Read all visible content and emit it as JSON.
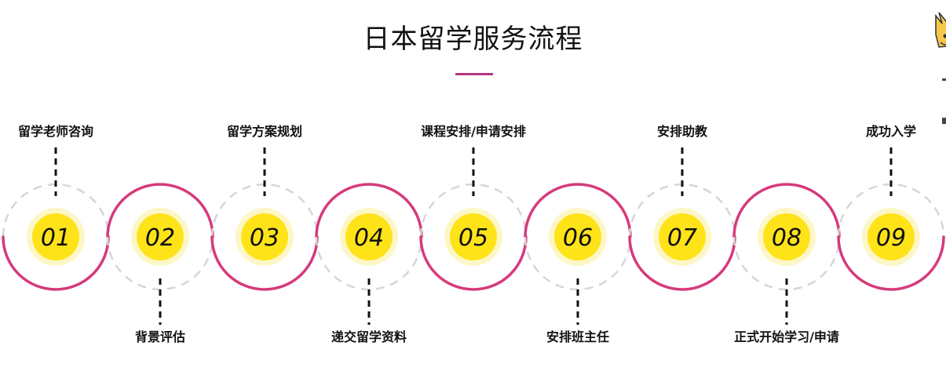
{
  "title": "日本留学服务流程",
  "colors": {
    "accent": "#d63a7c",
    "underline": "#b2367e",
    "dashed_ring": "#d6d6d6",
    "number_fill": "#ffe319",
    "number_halo": "#fdf7c8"
  },
  "steps": [
    {
      "number": "01",
      "label": "留学老师咨询",
      "position": "top",
      "ring": "dashed"
    },
    {
      "number": "02",
      "label": "背景评估",
      "position": "bottom",
      "ring": "solid"
    },
    {
      "number": "03",
      "label": "留学方案规划",
      "position": "top",
      "ring": "dashed"
    },
    {
      "number": "04",
      "label": "递交留学资料",
      "position": "bottom",
      "ring": "solid"
    },
    {
      "number": "05",
      "label": "课程安排/申请安排",
      "position": "top",
      "ring": "dashed"
    },
    {
      "number": "06",
      "label": "安排班主任",
      "position": "bottom",
      "ring": "solid"
    },
    {
      "number": "07",
      "label": "安排助教",
      "position": "top",
      "ring": "dashed"
    },
    {
      "number": "08",
      "label": "正式开始学习/申请",
      "position": "bottom",
      "ring": "solid"
    },
    {
      "number": "09",
      "label": "成功入学",
      "position": "top",
      "ring": "dashed"
    }
  ],
  "mascot_icon": "cartoon-character-icon"
}
